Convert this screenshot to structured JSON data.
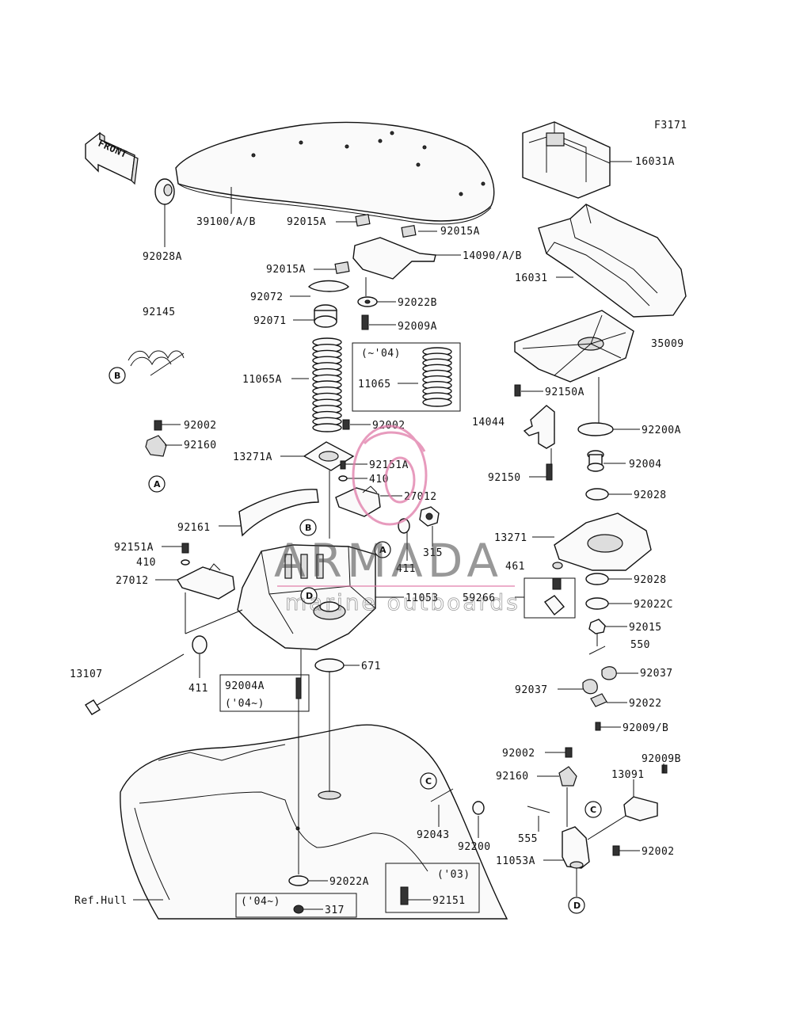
{
  "figure_code": "F3171",
  "front_label": "FRONT",
  "watermark": {
    "brand": "ARMADA",
    "tagline": "marine outboards"
  },
  "labels": {
    "p16031A": "16031A",
    "p39100": "39100/A/B",
    "p92015A_1": "92015A",
    "p92015A_2": "92015A",
    "p92015A_3": "92015A",
    "p14090": "14090/A/B",
    "p16031": "16031",
    "p92028A": "92028A",
    "p92072": "92072",
    "p92022B": "92022B",
    "p92071": "92071",
    "p92009A": "92009A",
    "p35009": "35009",
    "p92145": "92145",
    "p11065A": "11065A",
    "p11065": "11065",
    "p92150A": "92150A",
    "p14044": "14044",
    "p92002_1": "92002",
    "p92002_2": "92002",
    "p92200A": "92200A",
    "p92160_1": "92160",
    "p13271A": "13271A",
    "p92151A_1": "92151A",
    "p92004": "92004",
    "p410_1": "410",
    "p92150": "92150",
    "p27012_1": "27012",
    "p92028_1": "92028",
    "p92161": "92161",
    "p13271": "13271",
    "p92151A_2": "92151A",
    "p315": "315",
    "p410_2": "410",
    "p411_1": "411",
    "p461": "461",
    "p27012_2": "27012",
    "p92028_2": "92028",
    "p11053": "11053",
    "p59266": "59266",
    "p92022C": "92022C",
    "p92015": "92015",
    "p550": "550",
    "p671": "671",
    "p13107": "13107",
    "p92037_1": "92037",
    "p92004A": "92004A",
    "p411_2": "411",
    "p92037_2": "92037",
    "p92022": "92022",
    "p92009B_1": "92009/B",
    "p92002_3": "92002",
    "p92009B_2": "92009B",
    "p92160_2": "92160",
    "p13091": "13091",
    "p92043": "92043",
    "p92200": "92200",
    "p555": "555",
    "p11053A": "11053A",
    "p92002_4": "92002",
    "p92022A": "92022A",
    "p317": "317",
    "p92151": "92151",
    "refhull": "Ref.Hull"
  },
  "notes": {
    "before04": "(~'04)",
    "from04_a": "('04~)",
    "from04_b": "('04~)",
    "y03": "('03)"
  },
  "refs": {
    "A": "A",
    "B": "B",
    "C": "C",
    "D": "D"
  }
}
